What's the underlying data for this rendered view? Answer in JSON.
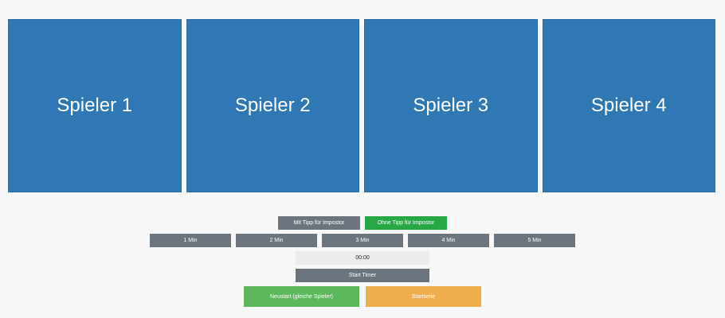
{
  "players": [
    {
      "label": "Spieler 1"
    },
    {
      "label": "Spieler 2"
    },
    {
      "label": "Spieler 3"
    },
    {
      "label": "Spieler 4"
    }
  ],
  "mode_buttons": {
    "with_hint": "Mit Tipp für Impostor",
    "without_hint": "Ohne Tipp für Impostor"
  },
  "time_options": [
    "1 Min",
    "2 Min",
    "3 Min",
    "4 Min",
    "5 Min"
  ],
  "timer": {
    "display": "00:00",
    "start_label": "Start Timer"
  },
  "actions": {
    "restart_label": "Neustart (gleiche Spieler)",
    "home_label": "Startseite"
  },
  "colors": {
    "player_card": "#2f78b4",
    "button_gray": "#6c757d",
    "button_green_active": "#28a745",
    "restart_green": "#5cb85c",
    "home_orange": "#f0ad4e"
  }
}
